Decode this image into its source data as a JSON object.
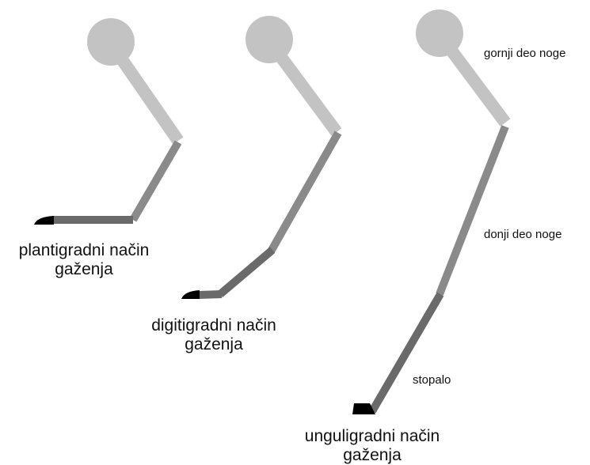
{
  "diagrams": [
    {
      "caption_line1": "plantigradni način",
      "caption_line2": "gaženja"
    },
    {
      "caption_line1": "digitigradni način",
      "caption_line2": "gaženja"
    },
    {
      "caption_line1": "unguligradni način",
      "caption_line2": "gaženja"
    }
  ],
  "part_labels": {
    "upper_leg": "gornji deo noge",
    "lower_leg": "donji deo noge",
    "foot": "stopalo"
  },
  "colors": {
    "joint": "#c3c3c3",
    "upper_leg": "#c3c3c3",
    "lower_leg": "#8a8a8a",
    "foot": "#6a6a6a",
    "hoof": "#000000",
    "text": "#111111",
    "background": "#ffffff"
  }
}
